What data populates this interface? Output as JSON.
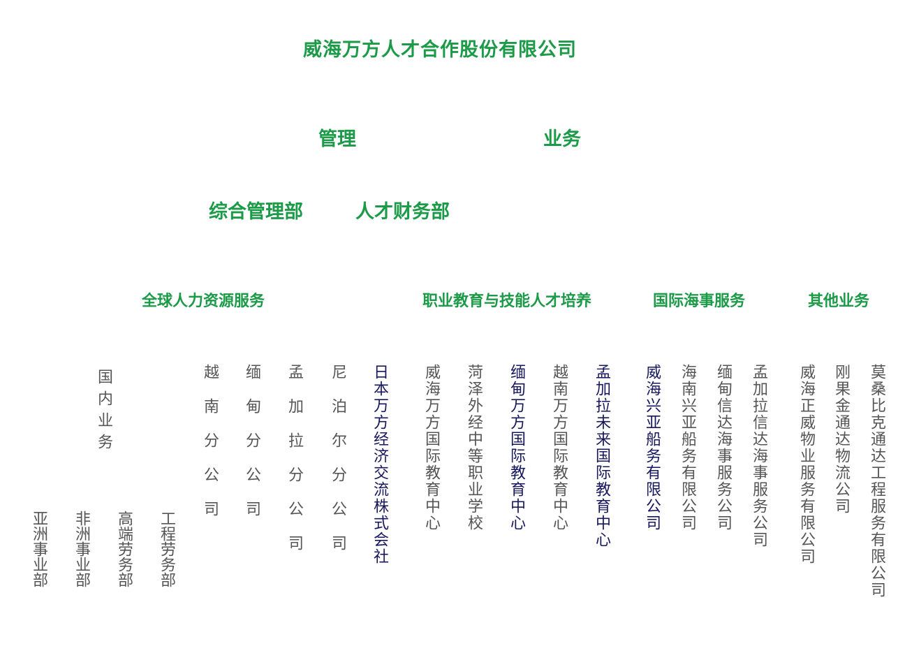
{
  "title": "威海万方人才合作股份有限公司",
  "level2": [
    "管理",
    "业务"
  ],
  "management_units": [
    "综合管理部",
    "人才财务部"
  ],
  "business_lines": [
    "全球人力资源服务",
    "职业教育与技能人才培养",
    "国际海事服务",
    "其他业务"
  ],
  "global_hr": {
    "domestic": "国内业务",
    "domestic_depts": [
      "亚洲事业部",
      "非洲事业部",
      "高端劳务部",
      "工程劳务部"
    ],
    "branches": [
      "越南分公司",
      "缅甸分公司",
      "孟加拉分公司",
      "尼泊尔分公司"
    ],
    "japan": "日本万方经济交流株式会社"
  },
  "education": [
    "威海万方国际教育中心",
    "菏泽外经中等职业学校",
    "缅甸万方国际教育中心",
    "越南万方国际教育中心",
    "孟加拉未来国际教育中心"
  ],
  "maritime": [
    "威海兴亚船务有限公司",
    "海南兴亚船务有限公司",
    "缅甸信达海事服务公司",
    "孟加拉信达海事服务公司"
  ],
  "other": [
    "威海正威物业服务有限公司",
    "刚果金通达物流公司",
    "莫桑比克通达工程服务有限公司"
  ],
  "colors": {
    "green": "#1b9a47",
    "gray": "#555555",
    "navy": "#17175f"
  }
}
